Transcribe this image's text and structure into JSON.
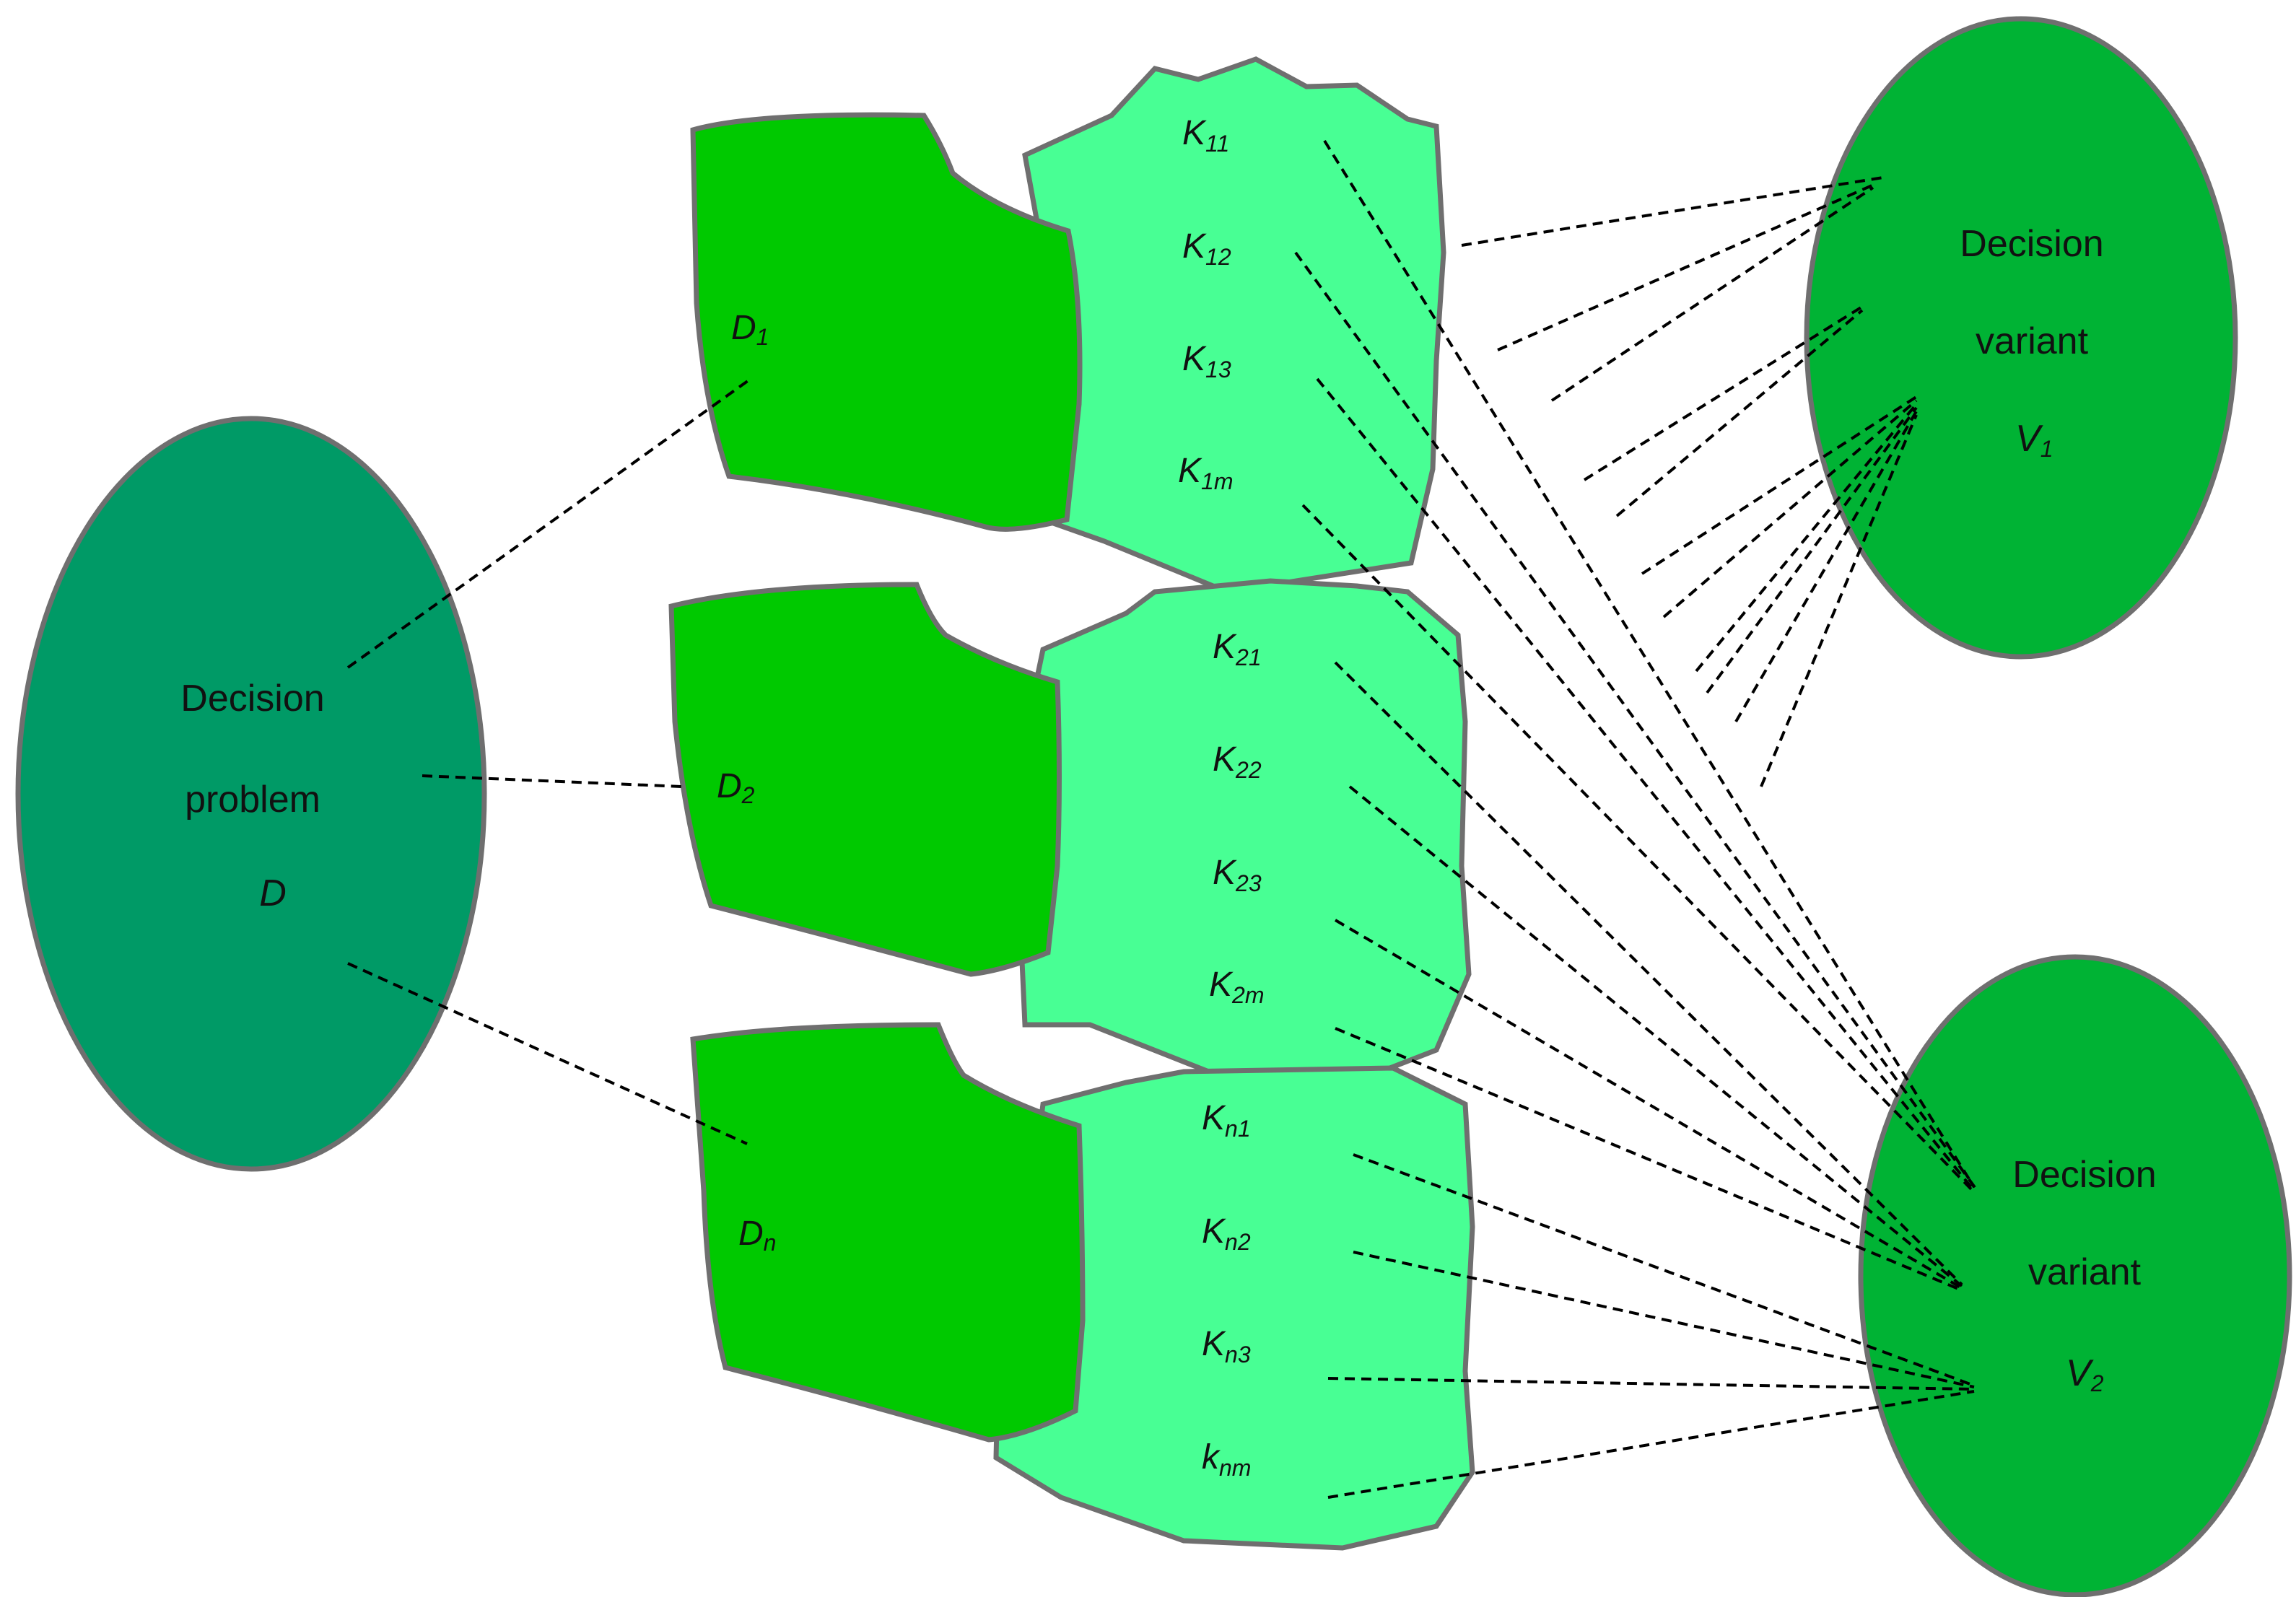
{
  "colors": {
    "problem_ellipse": "#009a66",
    "variant_ellipse": "#00b334",
    "domain_block": "#00c900",
    "criteria_block": "#48ff94",
    "outline": "#6f6f6f",
    "connector": "#000000"
  },
  "problem": {
    "line1": "Decision",
    "line2": "problem",
    "symbol": "D"
  },
  "variants": [
    {
      "line1": "Decision",
      "line2": "variant",
      "symbol": "V",
      "sub": "1"
    },
    {
      "line1": "Decision",
      "line2": "variant",
      "symbol": "V",
      "sub": "2"
    }
  ],
  "domains": [
    {
      "symbol": "D",
      "sub": "1"
    },
    {
      "symbol": "D",
      "sub": "2"
    },
    {
      "symbol": "D",
      "sub": "n"
    }
  ],
  "criteria": [
    [
      {
        "symbol": "K",
        "sub": "11"
      },
      {
        "symbol": "K",
        "sub": "12"
      },
      {
        "symbol": "K",
        "sub": "13"
      },
      {
        "symbol": "K",
        "sub": "1m"
      }
    ],
    [
      {
        "symbol": "K",
        "sub": "21"
      },
      {
        "symbol": "K",
        "sub": "22"
      },
      {
        "symbol": "K",
        "sub": "23"
      },
      {
        "symbol": "K",
        "sub": "2m"
      }
    ],
    [
      {
        "symbol": "K",
        "sub": "n1"
      },
      {
        "symbol": "K",
        "sub": "n2"
      },
      {
        "symbol": "K",
        "sub": "n3"
      },
      {
        "symbol": "k",
        "sub": "nm"
      }
    ]
  ]
}
